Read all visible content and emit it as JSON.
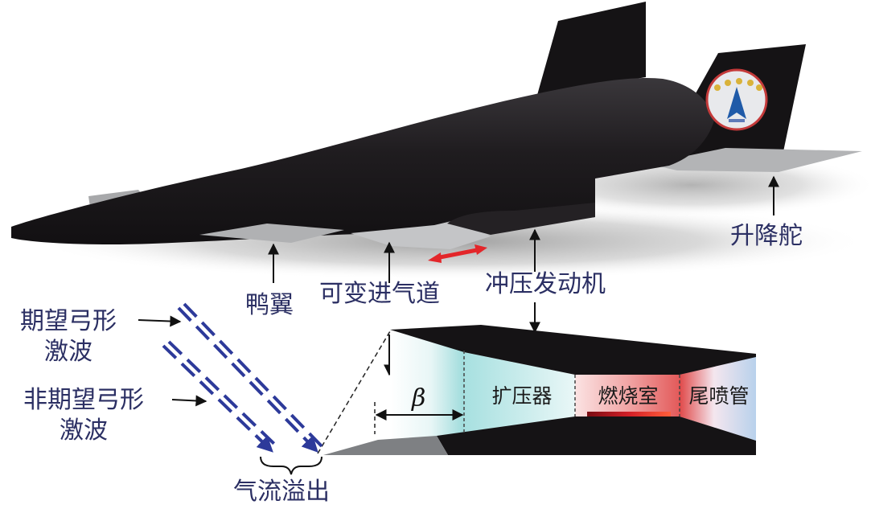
{
  "labels": {
    "elevator": "升降舵",
    "canard": "鸭翼",
    "variable_inlet": "可变进气道",
    "ramjet": "冲压发动机",
    "desired_shock_line1": "期望弓形",
    "desired_shock_line2": "激波",
    "undesired_shock_line1": "非期望弓形",
    "undesired_shock_line2": "激波",
    "spillage": "气流溢出",
    "diffuser": "扩压器",
    "combustor": "燃烧室",
    "nozzle": "尾喷管",
    "angle_symbol": "β"
  },
  "colors": {
    "fuselage": "#1f1c1f",
    "wing_gray": "#a7a8aa",
    "label_text": "#2b2f63",
    "shock_blue": "#2d3a9a",
    "diffuser_teal": "#9fdcdc",
    "combustor_red": "#d9333a",
    "nozzle_blue": "#b9d2ec",
    "adjust_arrow": "#e3262a"
  },
  "icons": {
    "tail_emblem": "star-emblem-icon"
  }
}
